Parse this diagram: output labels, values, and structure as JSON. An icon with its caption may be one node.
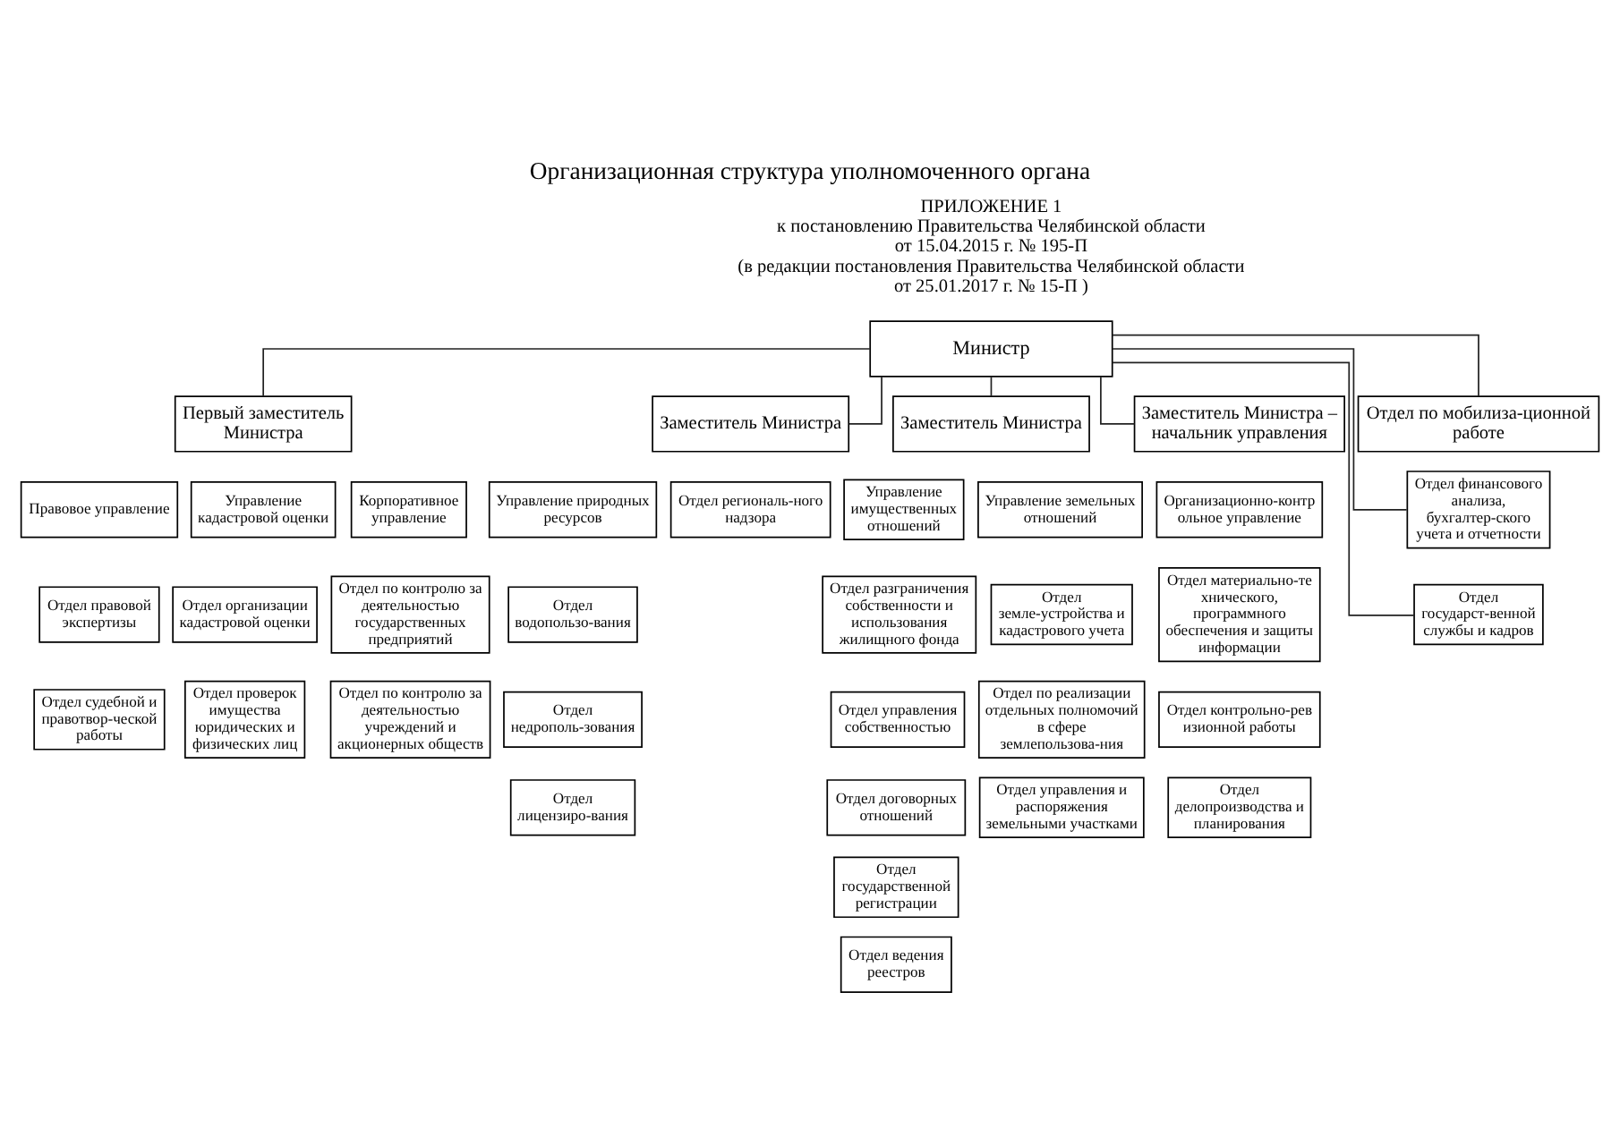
{
  "diagram": {
    "title": "Организационная структура уполномоченного органа",
    "nodes": [
      {
        "text": [
          "Министр"
        ]
      },
      {
        "text": [
          "Первый заместитель Министра"
        ]
      },
      {
        "text": [
          "Заместитель Министра"
        ]
      },
      {
        "text": [
          "Заместитель Министра"
        ]
      },
      {
        "text": [
          "Заместитель Министра – начальник управления"
        ]
      },
      {
        "text": [
          "Отдел по мобилиза-ционной работе"
        ]
      },
      {
        "text": [
          "Правовое управление"
        ]
      },
      {
        "text": [
          "Отдел правовой экспертизы"
        ]
      },
      {
        "text": [
          "Отдел судебной и правотвор-ческой работы"
        ]
      },
      {
        "text": [
          "Управление кадастровой оценки"
        ]
      },
      {
        "text": [
          "Отдел организации кадастровой оценки"
        ]
      },
      {
        "text": [
          "Отдел проверок имущества юридических и физических лиц"
        ]
      },
      {
        "text": [
          "Корпоративное управление"
        ]
      },
      {
        "text": [
          "Отдел по контролю за деятельностью государственных предприятий"
        ]
      },
      {
        "text": [
          "Отдел по контролю за деятельностью учреждений и акционерных обществ"
        ]
      },
      {
        "text": [
          "Управление природных ресурсов"
        ]
      },
      {
        "text": [
          "Отдел водопользо-вания"
        ]
      },
      {
        "text": [
          "Отдел недрополь-зования"
        ]
      },
      {
        "text": [
          "Отдел лицензиро-вания"
        ]
      },
      {
        "text": [
          "Отдел региональ-ного надзора"
        ]
      },
      {
        "text": [
          "Управление имущественных отношений"
        ]
      },
      {
        "text": [
          "Отдел разграничения собственности и использования жилищного фонда"
        ]
      },
      {
        "text": [
          "Отдел управления собственностью"
        ]
      },
      {
        "text": [
          "Отдел договорных отношений"
        ]
      },
      {
        "text": [
          "Отдел государственной регистрации"
        ]
      },
      {
        "text": [
          "Отдел ведения реестров"
        ]
      },
      {
        "text": [
          "Управление земельных отношений"
        ]
      },
      {
        "text": [
          "Отдел земле-устройства и кадастрового учета"
        ]
      },
      {
        "text": [
          "Отдел по реализации отдельных полномочий в сфере землепользова-ния"
        ]
      },
      {
        "text": [
          "Отдел управления и распоряжения земельными участками"
        ]
      },
      {
        "text": [
          "Организационно-контрольное управление"
        ]
      },
      {
        "text": [
          "Отдел материально-технического, программного обеспечения и защиты информации"
        ]
      },
      {
        "text": [
          "Отдел контрольно-ревизионной работы"
        ]
      },
      {
        "text": [
          "Отдел делопроизводства и планирования"
        ]
      },
      {
        "text": [
          "Отдел финансового анализа, бухгалтер-ского учета и отчетности"
        ]
      },
      {
        "text": [
          "Отдел государст-венной службы и кадров"
        ]
      }
    ],
    "edges": [
      {
        "from": 0,
        "to": 1,
        "arrow": "none"
      },
      {
        "from": 0,
        "to": 2,
        "arrow": "none"
      },
      {
        "from": 0,
        "to": 3,
        "arrow": "none"
      },
      {
        "from": 0,
        "to": 4,
        "arrow": "none"
      },
      {
        "from": 0,
        "to": 5,
        "arrow": "none"
      },
      {
        "from": 0,
        "to": 34,
        "arrow": "none"
      },
      {
        "from": 0,
        "to": 35,
        "arrow": "none"
      }
    ],
    "labels": [
      "ПРИЛОЖЕНИЕ 1",
      "к постановлению Правительства Челябинской области",
      "от 15.04.2015 г. № 195-П",
      "(в редакции постановления Правительства Челябинской области",
      "от 25.01.2017 г. № 15-П )"
    ]
  }
}
